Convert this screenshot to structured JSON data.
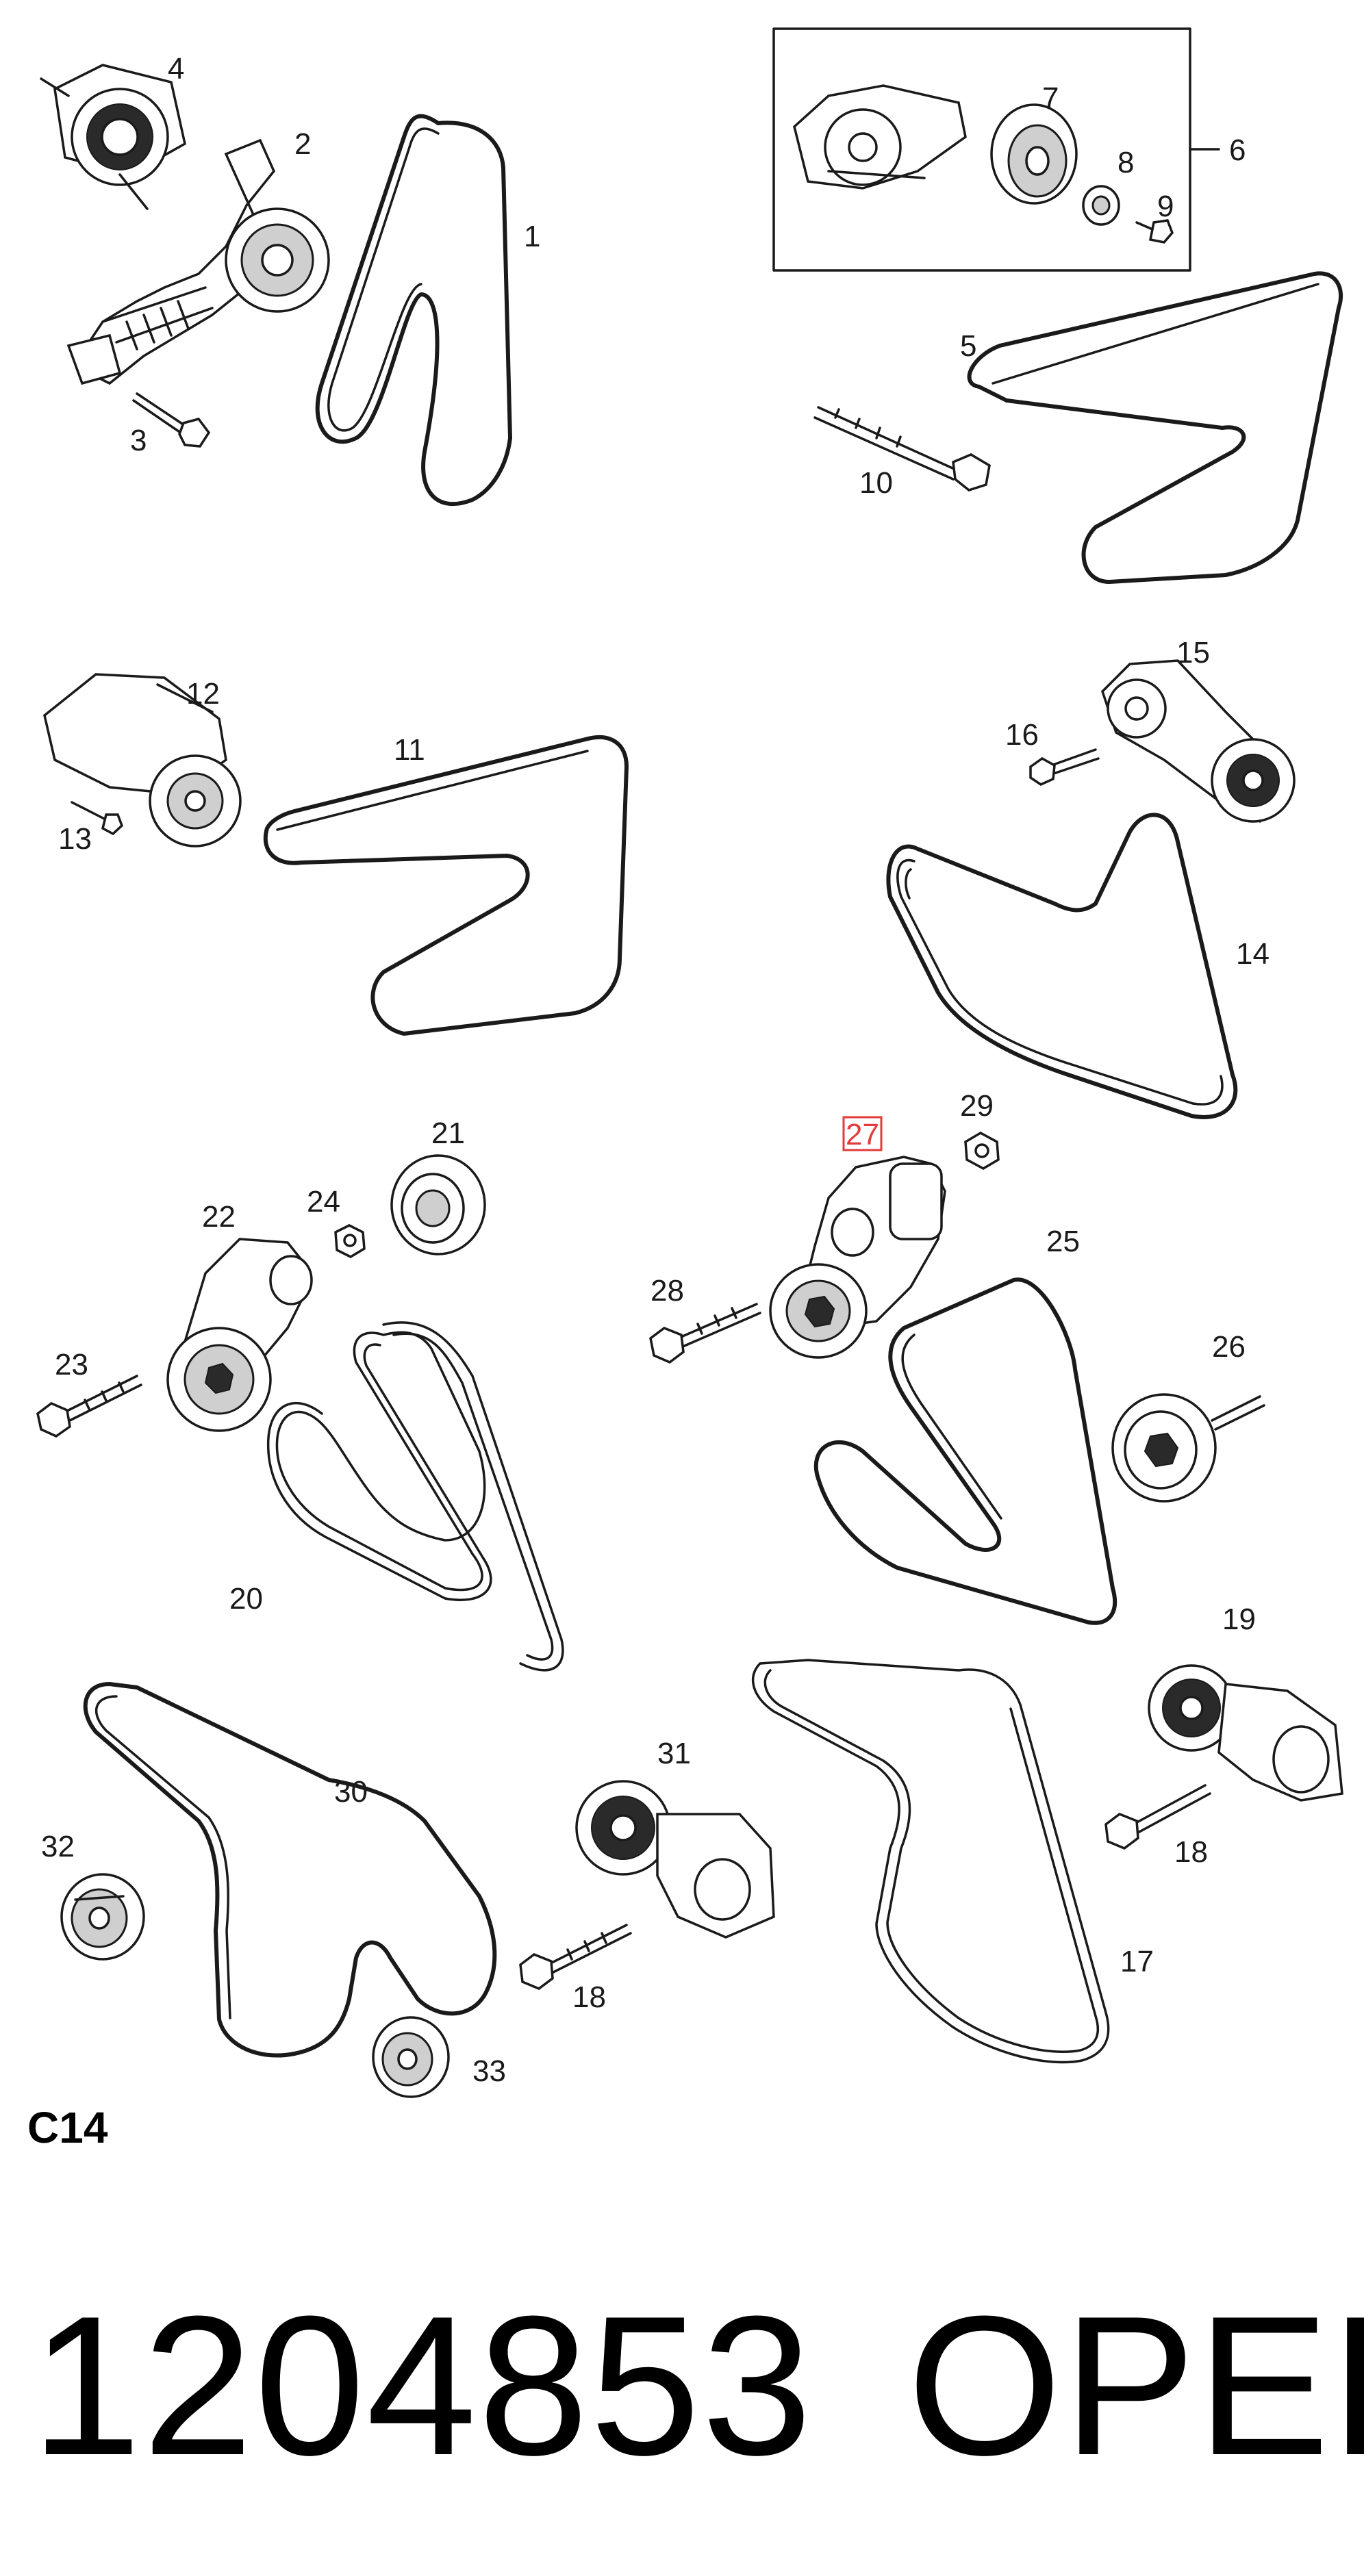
{
  "callouts": {
    "c1": "1",
    "c2": "2",
    "c3": "3",
    "c4": "4",
    "c5": "5",
    "c6": "6",
    "c7": "7",
    "c8": "8",
    "c9": "9",
    "c10": "10",
    "c11": "11",
    "c12": "12",
    "c13": "13",
    "c14": "14",
    "c15": "15",
    "c16": "16",
    "c17": "17",
    "c18a": "18",
    "c18b": "18",
    "c19": "19",
    "c20": "20",
    "c21": "21",
    "c22": "22",
    "c23": "23",
    "c24": "24",
    "c25": "25",
    "c26": "26",
    "c27": "27",
    "c28": "28",
    "c29": "29",
    "c30": "30",
    "c31": "31",
    "c32": "32",
    "c33": "33"
  },
  "highlighted_callout": "27",
  "highlight_color": "#e23b3b",
  "section_code": "C14",
  "part_number": "1204853",
  "brand": "OPEL"
}
